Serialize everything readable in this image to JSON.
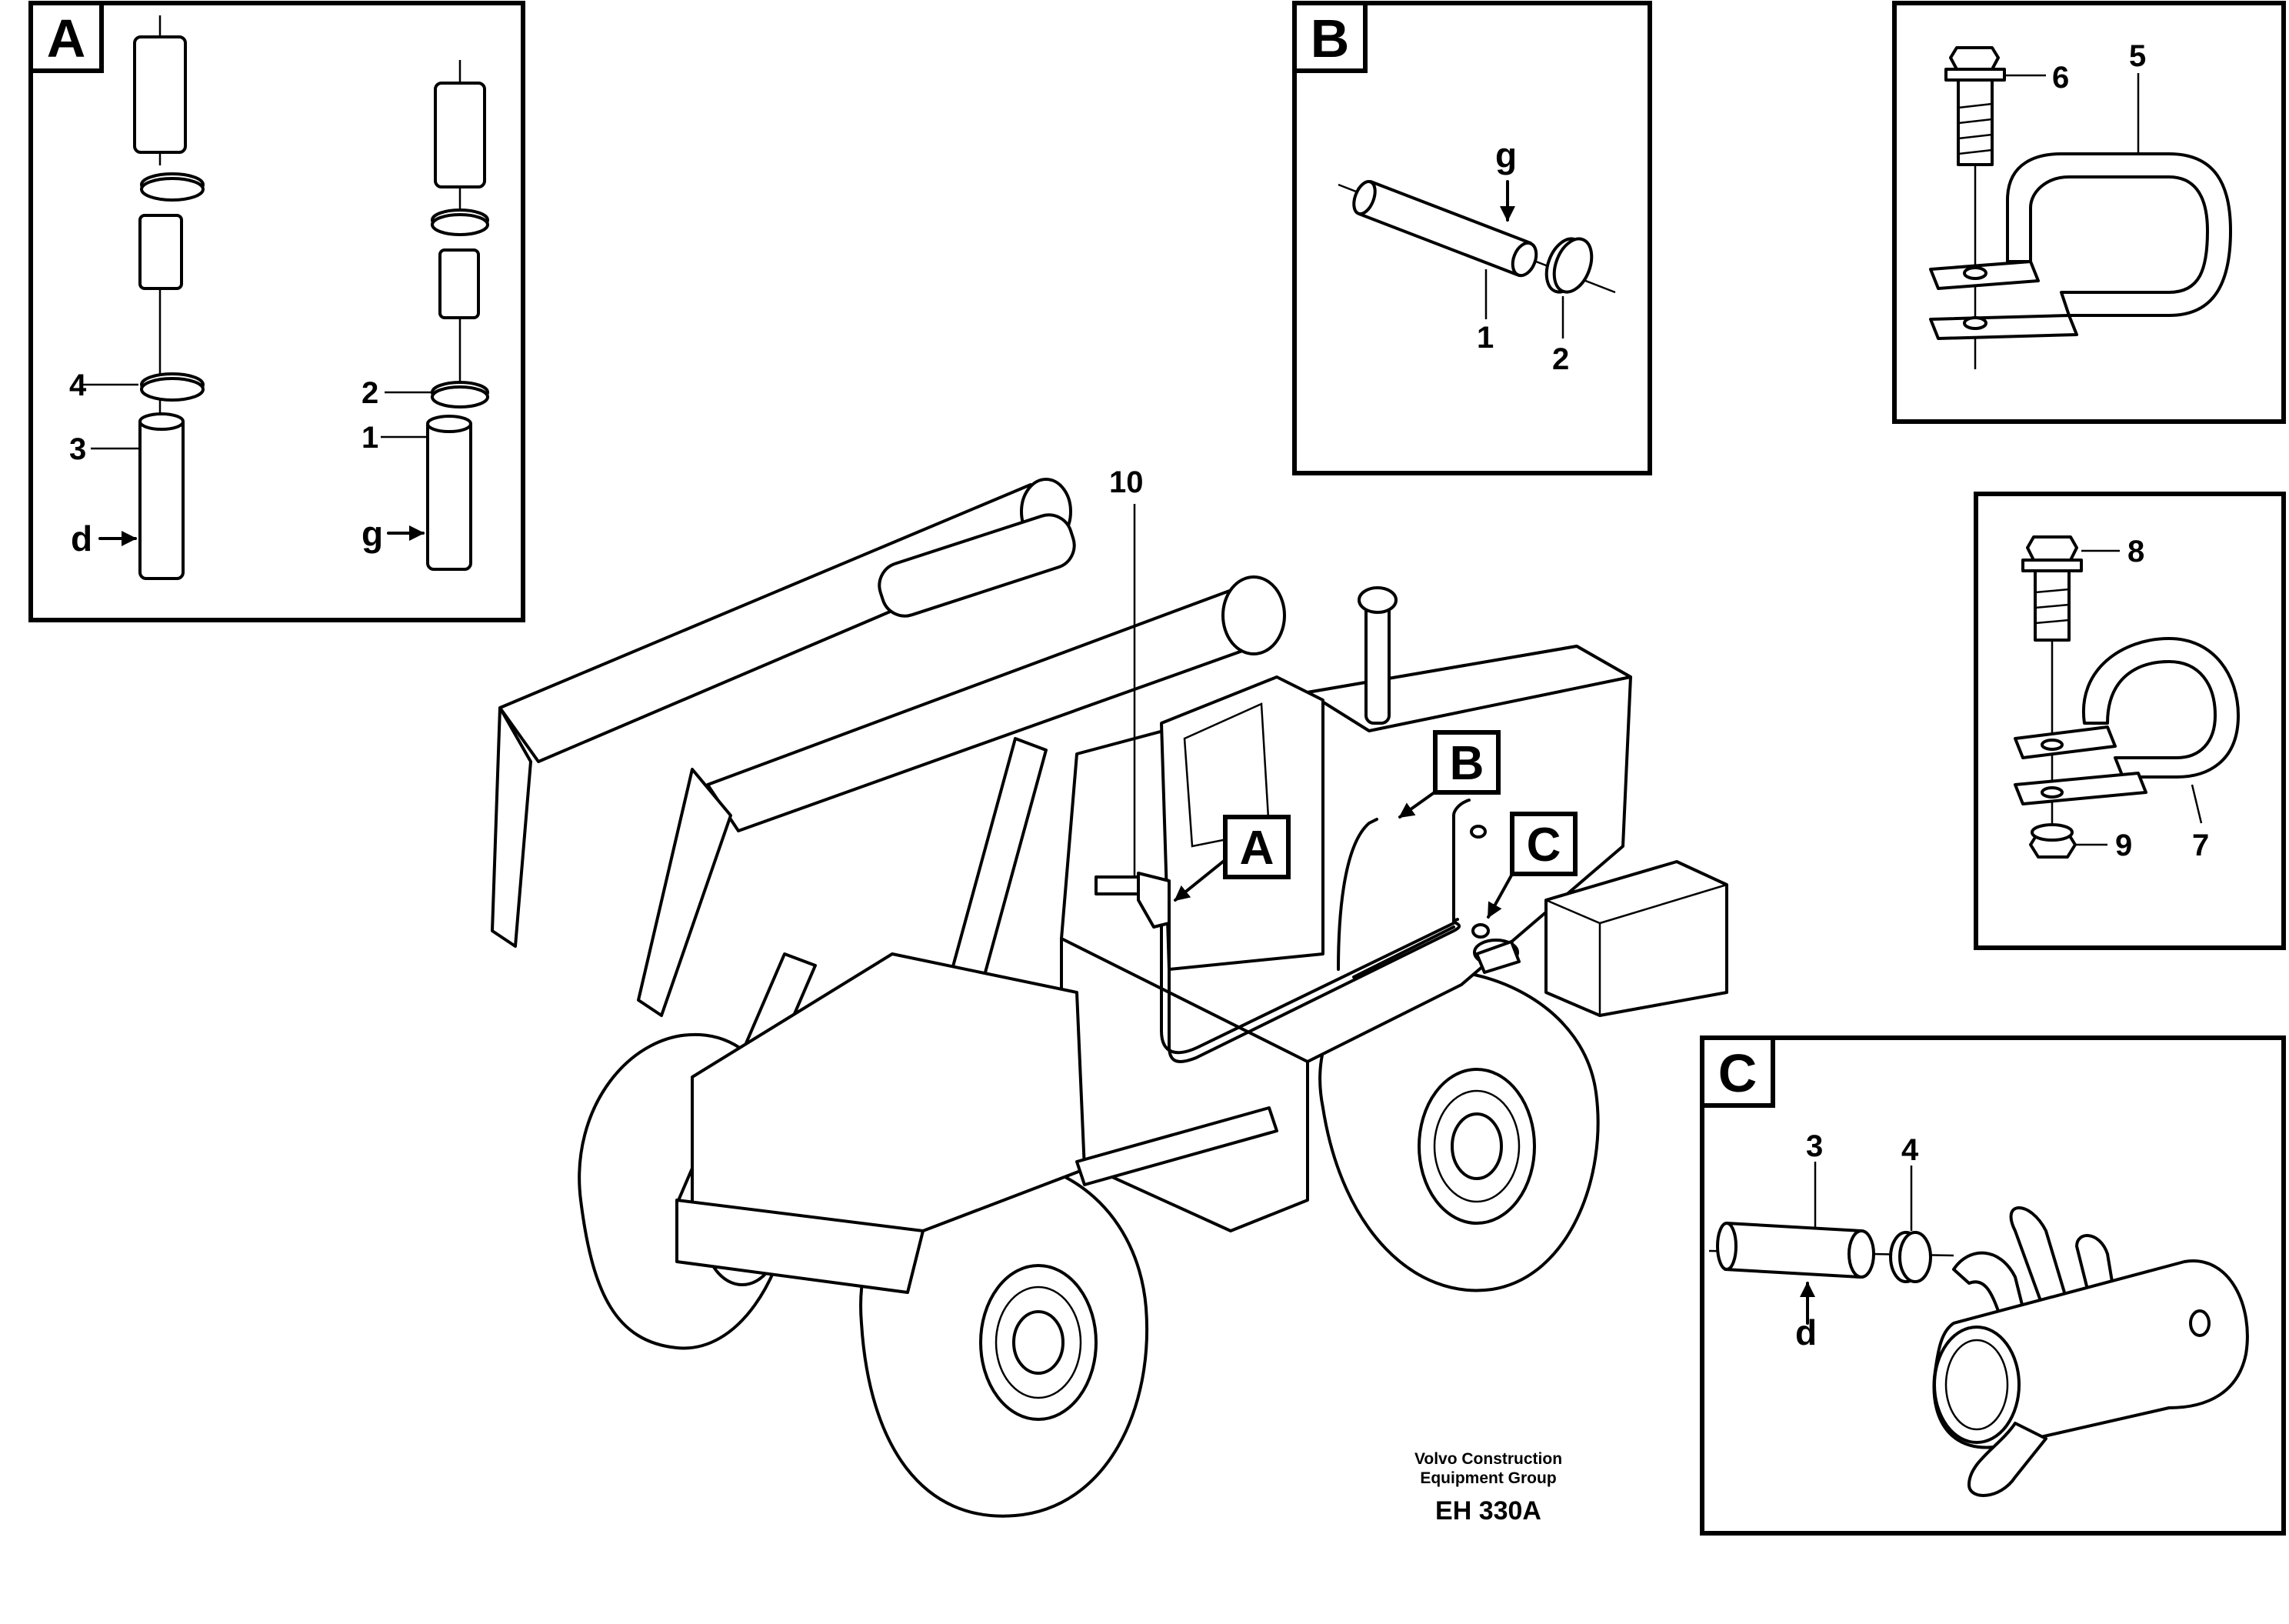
{
  "panels": {
    "A": {
      "tag": "A",
      "left": {
        "label_clamp": "4",
        "label_hose": "3",
        "flow": "d"
      },
      "right": {
        "label_clamp": "2",
        "label_hose": "1",
        "flow": "g"
      }
    },
    "B": {
      "tag": "B",
      "label_flow": "g",
      "label_hose": "1",
      "label_clamp": "2"
    },
    "clip1": {
      "label_bolt": "6",
      "label_clip": "5"
    },
    "clip2": {
      "label_bolt": "8",
      "label_nut": "9",
      "label_clip": "7"
    },
    "C": {
      "tag": "C",
      "label_hose": "3",
      "label_clamp": "4",
      "label_flow": "d"
    }
  },
  "machine": {
    "label_hose_assembly": "10",
    "callout_a": "A",
    "callout_b": "B",
    "callout_c": "C"
  },
  "credit": {
    "line1": "Volvo Construction",
    "line2": "Equipment Group",
    "code": "EH 330A"
  }
}
